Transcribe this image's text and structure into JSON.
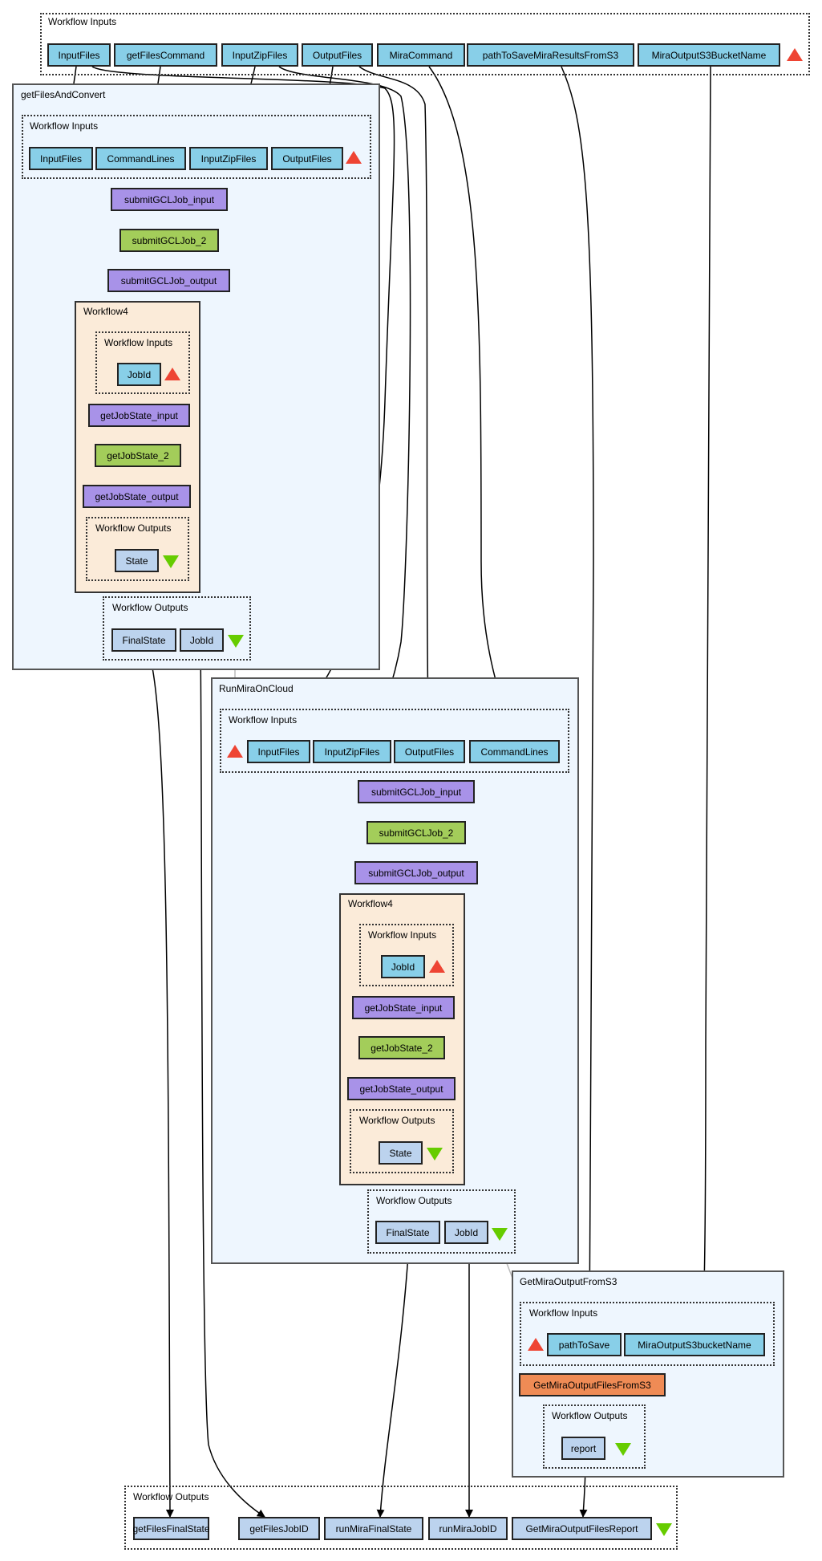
{
  "top_inputs": {
    "title": "Workflow Inputs",
    "ports": [
      "InputFiles",
      "getFilesCommand",
      "InputZipFiles",
      "OutputFiles",
      "MiraCommand",
      "pathToSaveMiraResultsFromS3",
      "MiraOutputS3BucketName"
    ]
  },
  "getFilesAndConvert": {
    "title": "getFilesAndConvert",
    "inputs_title": "Workflow Inputs",
    "inputs": [
      "InputFiles",
      "CommandLines",
      "InputZipFiles",
      "OutputFiles"
    ],
    "steps": [
      "submitGCLJob_input",
      "submitGCLJob_2",
      "submitGCLJob_output"
    ],
    "workflow4": {
      "title": "Workflow4",
      "inputs_title": "Workflow Inputs",
      "input": "JobId",
      "steps": [
        "getJobState_input",
        "getJobState_2",
        "getJobState_output"
      ],
      "outputs_title": "Workflow Outputs",
      "output": "State"
    },
    "outputs_title": "Workflow Outputs",
    "outputs": [
      "FinalState",
      "JobId"
    ]
  },
  "runMiraOnCloud": {
    "title": "RunMiraOnCloud",
    "inputs_title": "Workflow Inputs",
    "inputs": [
      "InputFiles",
      "InputZipFiles",
      "OutputFiles",
      "CommandLines"
    ],
    "steps": [
      "submitGCLJob_input",
      "submitGCLJob_2",
      "submitGCLJob_output"
    ],
    "workflow4": {
      "title": "Workflow4",
      "inputs_title": "Workflow Inputs",
      "input": "JobId",
      "steps": [
        "getJobState_input",
        "getJobState_2",
        "getJobState_output"
      ],
      "outputs_title": "Workflow Outputs",
      "output": "State"
    },
    "outputs_title": "Workflow Outputs",
    "outputs": [
      "FinalState",
      "JobId"
    ]
  },
  "getMiraOutputFromS3": {
    "title": "GetMiraOutputFromS3",
    "inputs_title": "Workflow Inputs",
    "inputs": [
      "pathToSave",
      "MiraOutputS3bucketName"
    ],
    "step": "GetMiraOutputFilesFromS3",
    "outputs_title": "Workflow Outputs",
    "output": "report"
  },
  "bottom_outputs": {
    "title": "Workflow Outputs",
    "ports": [
      "getFilesFinalState",
      "getFilesJobID",
      "runMiraFinalState",
      "runMiraJobID",
      "GetMiraOutputFilesReport"
    ]
  },
  "colors": {
    "input_port": "#88cfe8",
    "output_port": "#bcd3ee",
    "processor": "#a892e8",
    "service_step": "#a3cd5a",
    "external_step": "#ef8b55",
    "nested_workflow_bg": "#fbebd9",
    "subworkflow_bg": "#eef6fe",
    "input_marker": "#ee3333",
    "output_marker": "#66cc00"
  }
}
